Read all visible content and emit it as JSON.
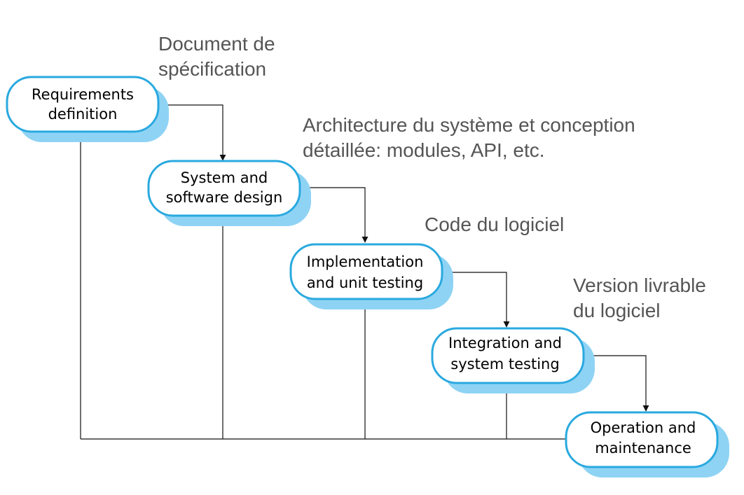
{
  "stages": [
    {
      "id": "requirements",
      "lines": [
        "Requirements",
        "definition"
      ]
    },
    {
      "id": "design",
      "lines": [
        "System and",
        "software design"
      ]
    },
    {
      "id": "implementation",
      "lines": [
        "Implementation",
        "and unit testing"
      ]
    },
    {
      "id": "integration",
      "lines": [
        "Integration and",
        "system testing"
      ]
    },
    {
      "id": "operation",
      "lines": [
        "Operation and",
        "maintenance"
      ]
    }
  ],
  "deliverables": [
    {
      "id": "spec",
      "lines": [
        "Document de",
        "spécification"
      ]
    },
    {
      "id": "architecture",
      "lines": [
        "Architecture du système et conception",
        "détaillée: modules, API, etc."
      ]
    },
    {
      "id": "code",
      "lines": [
        "Code du logiciel"
      ]
    },
    {
      "id": "release",
      "lines": [
        "Version livrable",
        "du logiciel"
      ]
    }
  ],
  "colors": {
    "box_border": "#29a9df",
    "box_shadow": "#8fd3f4",
    "note_text": "#555555",
    "line": "#111111"
  }
}
